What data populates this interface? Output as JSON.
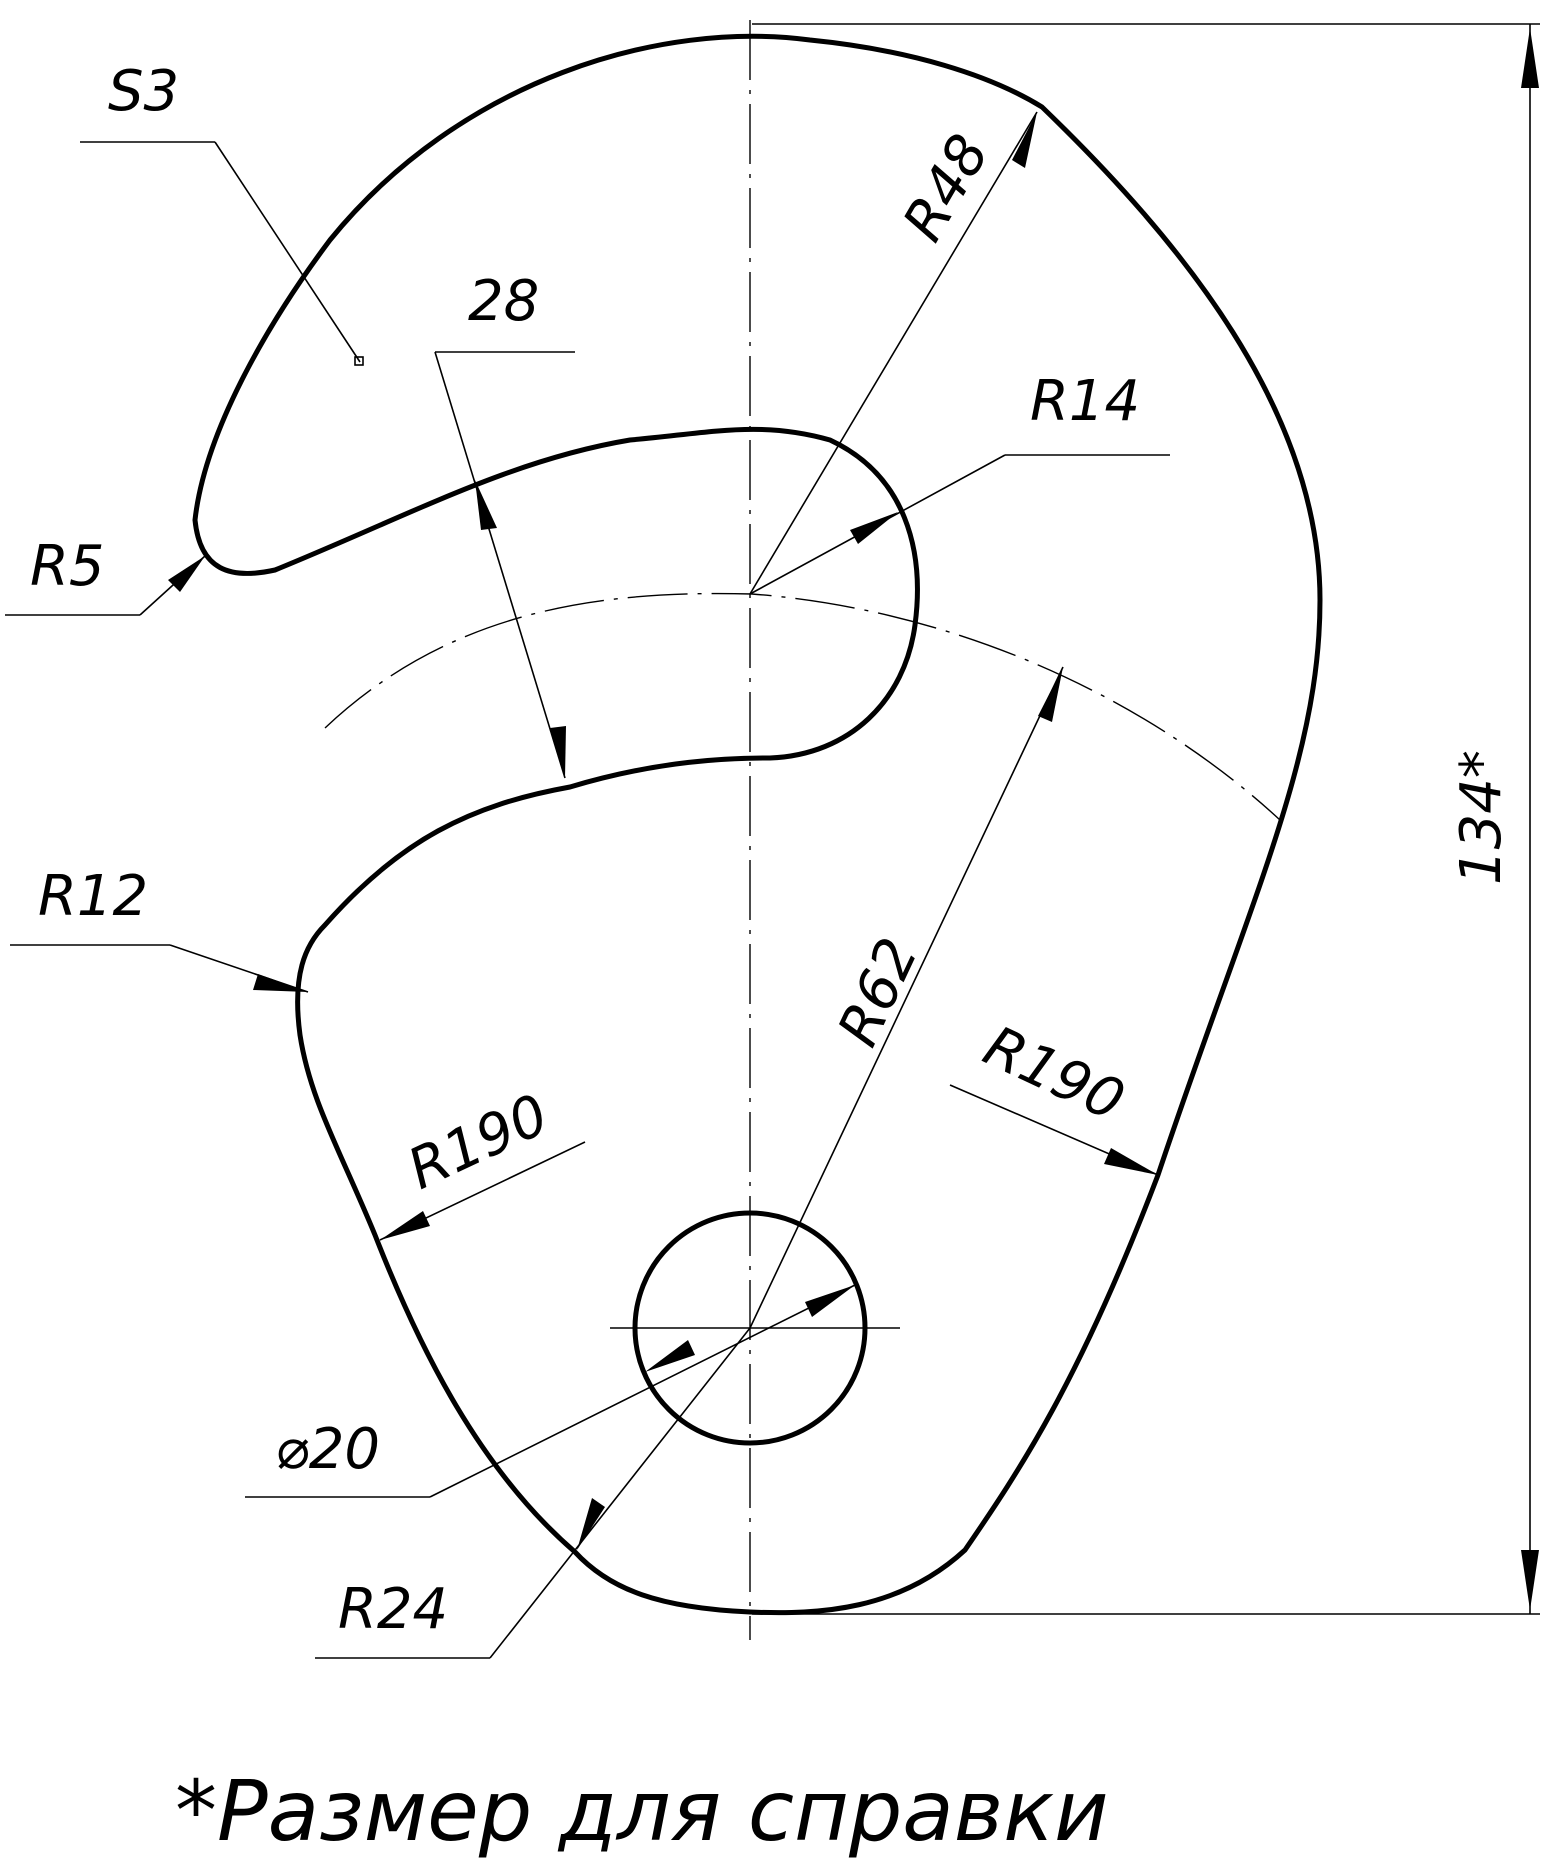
{
  "drawing": {
    "thickness": "S3",
    "note": "*Размер для справки",
    "dimensions": {
      "gap_width": "28",
      "radius_outer_top": "R48",
      "radius_hook_end": "R14",
      "radius_slot_tip": "R5",
      "radius_left_corner": "R12",
      "radius_center_arc": "R62",
      "radius_left_flank": "R190",
      "radius_right_flank": "R190",
      "hole_diameter": "⌀20",
      "radius_bottom": "R24",
      "overall_height": "134*"
    }
  }
}
